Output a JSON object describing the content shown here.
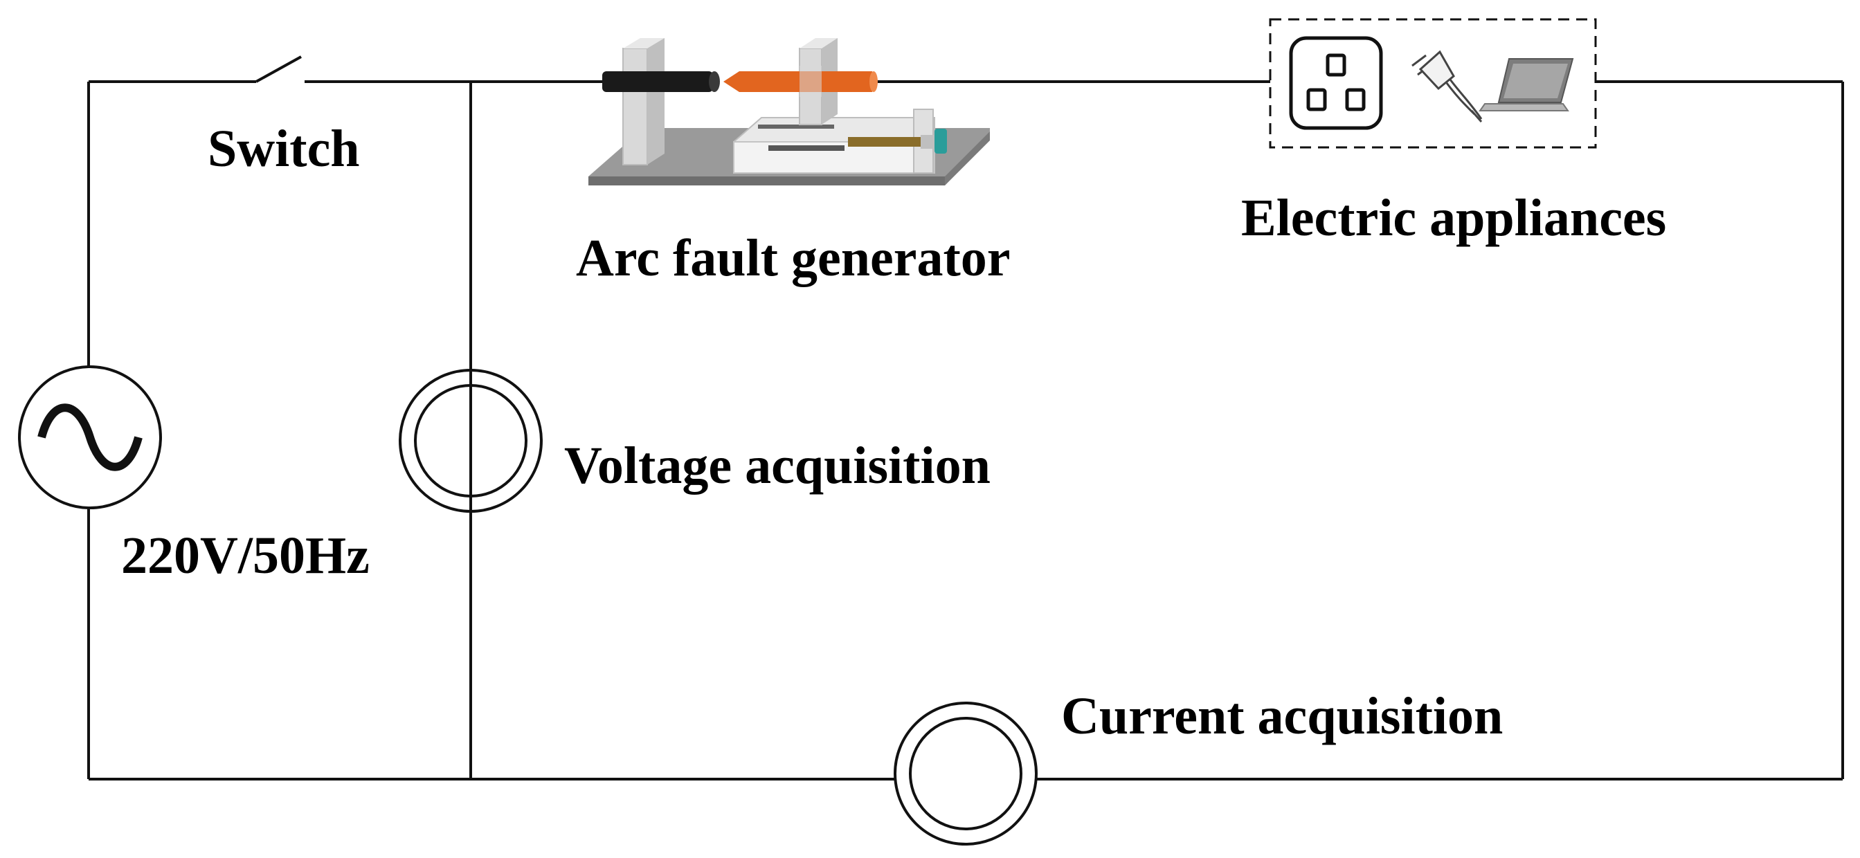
{
  "labels": {
    "switch": "Switch",
    "arc_generator": "Arc fault generator",
    "appliances": "Electric appliances",
    "voltage": "Voltage acquisition",
    "source": "220V/50Hz",
    "current": "Current acquisition"
  },
  "icons": {
    "source": "ac-source-icon",
    "switch": "switch-icon",
    "voltage_sensor": "voltage-sensor-icon",
    "current_sensor": "current-sensor-icon",
    "arc_generator": "arc-fault-generator-icon",
    "socket": "wall-socket-icon",
    "plug": "plug-icon",
    "laptop": "laptop-icon"
  },
  "colors": {
    "wire": "#111111",
    "electrode_black": "#1a1a1a",
    "electrode_orange": "#e2651f",
    "base_gray": "#8c8c8c",
    "knob_teal": "#2a9d9a"
  }
}
